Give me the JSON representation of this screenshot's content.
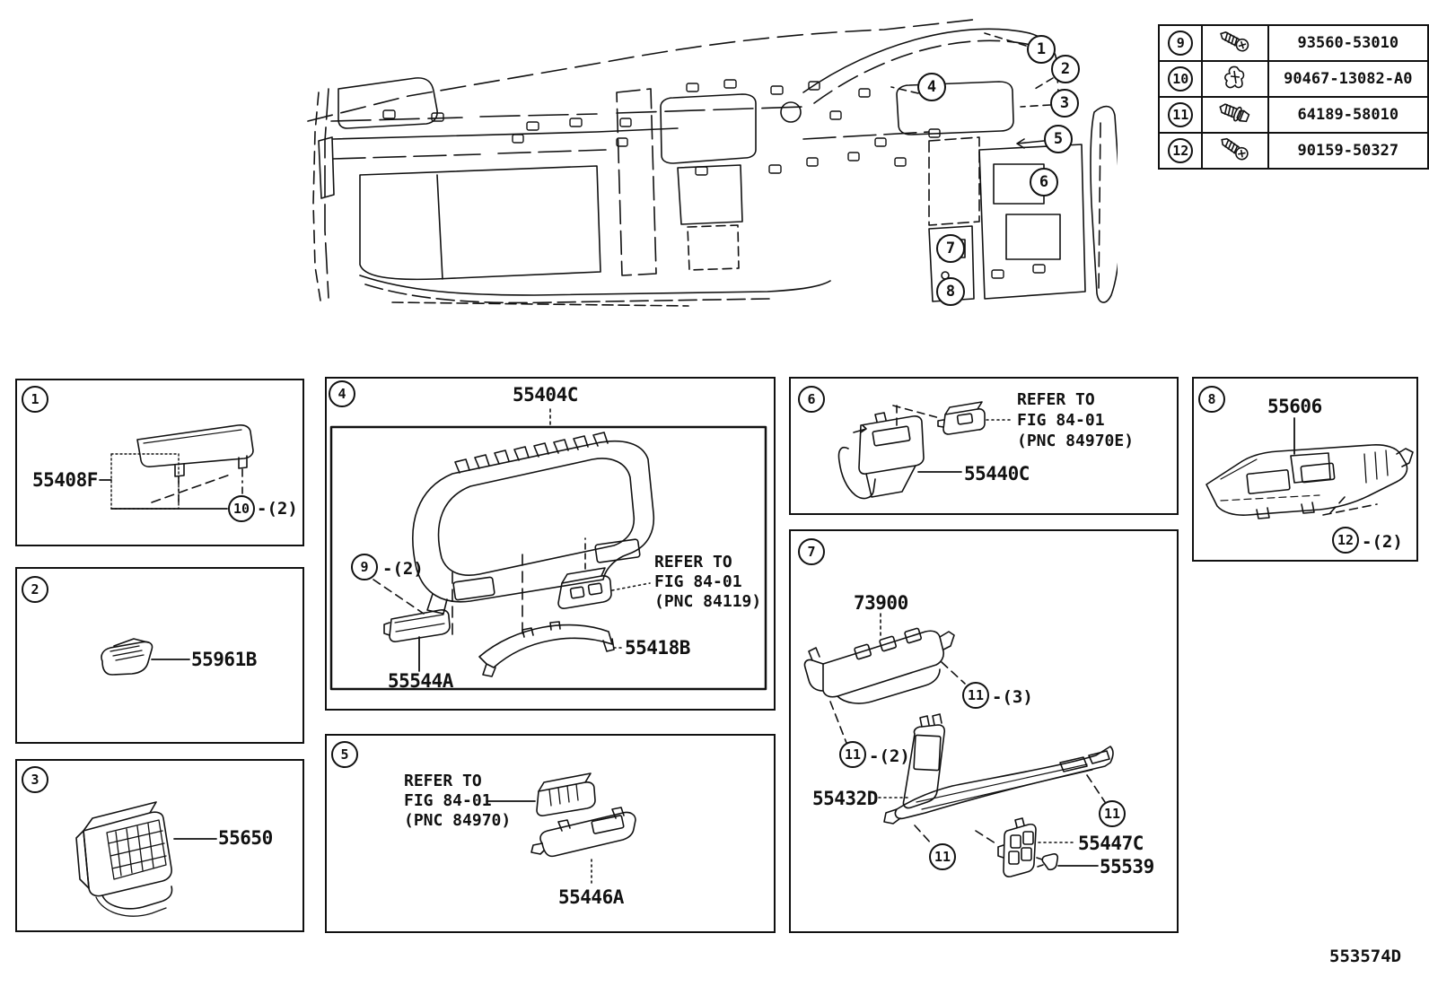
{
  "figure": {
    "id": "553574D"
  },
  "colors": {
    "ink": "#111111",
    "paper": "#ffffff"
  },
  "fastener_table": {
    "rows": [
      {
        "num": "9",
        "icon": "tapping-screw-icon",
        "part": "93560-53010"
      },
      {
        "num": "10",
        "icon": "clip-icon",
        "part": "90467-13082-A0"
      },
      {
        "num": "11",
        "icon": "hex-bolt-icon",
        "part": "64189-58010"
      },
      {
        "num": "12",
        "icon": "tapping-screw-icon",
        "part": "90159-50327"
      }
    ]
  },
  "main_diagram": {
    "callouts": {
      "c1": "1",
      "c2": "2",
      "c3": "3",
      "c4": "4",
      "c5": "5",
      "c6": "6",
      "c7": "7",
      "c8": "8"
    }
  },
  "panels": {
    "p1": {
      "num": "1",
      "part": "55408F",
      "fastener": "10",
      "qty": "-(2)"
    },
    "p2": {
      "num": "2",
      "part": "55961B"
    },
    "p3": {
      "num": "3",
      "part": "55650"
    },
    "p4": {
      "num": "4",
      "part_hood": "55404C",
      "part_bracket": "55544A",
      "part_bezel": "55418B",
      "fastener": "9",
      "qty": "-(2)",
      "refer_line1": "REFER TO",
      "refer_line2": "FIG 84-01",
      "refer_line3": "(PNC 84119)"
    },
    "p5": {
      "num": "5",
      "part": "55446A",
      "refer_line1": "REFER TO",
      "refer_line2": "FIG 84-01",
      "refer_line3": "(PNC 84970)"
    },
    "p6": {
      "num": "6",
      "part": "55440C",
      "refer_line1": "REFER TO",
      "refer_line2": "FIG 84-01",
      "refer_line3": "(PNC 84970E)"
    },
    "p7": {
      "num": "7",
      "part_airbag": "73900",
      "part_panel": "55432D",
      "part_bezel": "55447C",
      "part_clip": "55539",
      "fastener_a": "11",
      "qty_a": "-(3)",
      "fastener_b": "11",
      "qty_b": "-(2)",
      "fastener_c": "11",
      "fastener_d": "11"
    },
    "p8": {
      "num": "8",
      "part": "55606",
      "fastener": "12",
      "qty": "-(2)"
    }
  }
}
